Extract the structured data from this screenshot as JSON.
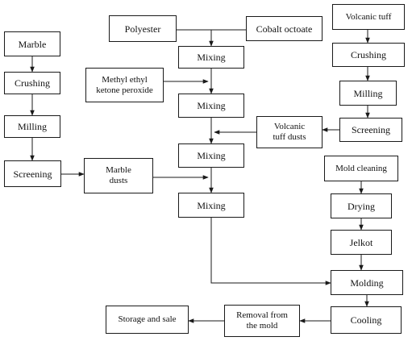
{
  "boxes": {
    "marble": "Marble",
    "crushing_left": "Crushing",
    "milling_left": "Milling",
    "screening_left": "Screening",
    "marble_dusts": "Marble\ndusts",
    "polyester": "Polyester",
    "cobalt_octoate": "Cobalt octoate",
    "mixing_1": "Mixing",
    "mekp": "Methyl ethyl\nketone peroxide",
    "mixing_2": "Mixing",
    "mixing_3": "Mixing",
    "mixing_4": "Mixing",
    "volcanic_tuff": "Volcanic tuff",
    "crushing_right": "Crushing",
    "milling_right": "Milling",
    "screening_right": "Screening",
    "volcanic_tuff_dusts": "Volcanic\ntuff dusts",
    "mold_cleaning": "Mold cleaning",
    "drying": "Drying",
    "jelkot": "Jelkot",
    "molding": "Molding",
    "cooling": "Cooling",
    "removal": "Removal from\nthe mold",
    "storage": "Storage and sale"
  },
  "colors": {
    "line": "#1a1a1a",
    "text": "#111111",
    "background": "#ffffff"
  }
}
